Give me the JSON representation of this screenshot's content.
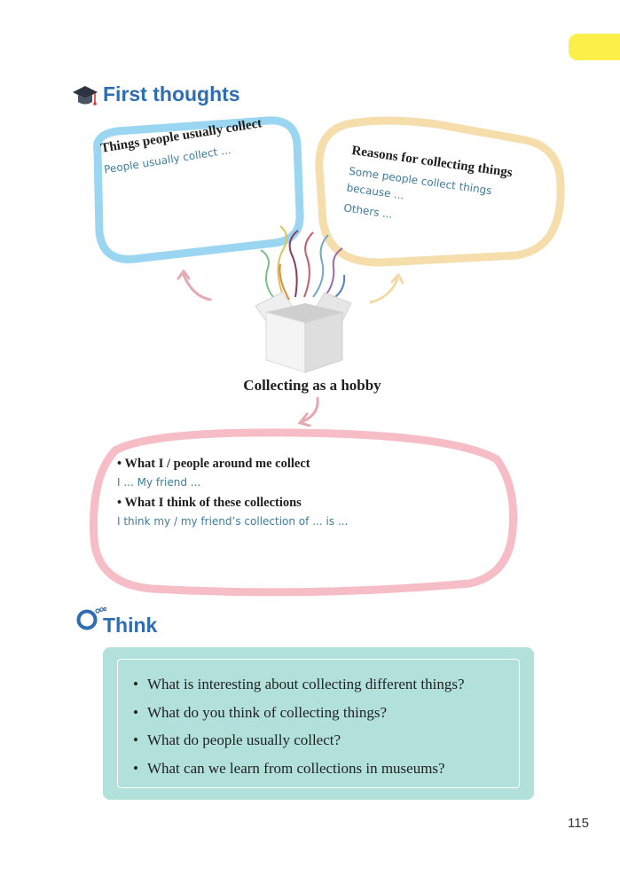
{
  "first_thoughts": {
    "title": "First thoughts",
    "left_bubble": {
      "heading": "Things people usually collect",
      "prompt": "People usually collect ..."
    },
    "right_bubble": {
      "heading": "Reasons for collecting things",
      "prompt1": "Some people collect things because ...",
      "prompt2": "Others ..."
    },
    "center_label": "Collecting as a hobby",
    "pink_bubble": {
      "item1": "• What I / people around me collect",
      "prompt1": "I ... My friend ...",
      "item2": "• What I think of these collections",
      "prompt2": "I think my / my friend’s collection of ... is ..."
    }
  },
  "think": {
    "title": "Think",
    "questions": [
      "What is interesting about collecting different things?",
      "What do you think of collecting things?",
      "What do people usually collect?",
      "What can we learn from collections in museums?"
    ]
  },
  "page_number": "115",
  "colors": {
    "title_blue": "#2f6db3",
    "bubble_blue": "#8fd0ef",
    "bubble_yellow": "#f6dca8",
    "bubble_pink": "#f5b9c3",
    "think_teal": "#b2e1dc",
    "tab_yellow": "#fbf04a"
  }
}
